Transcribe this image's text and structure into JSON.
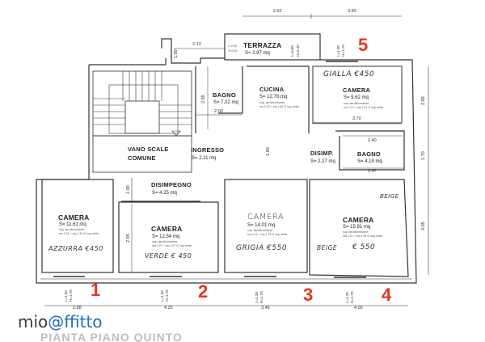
{
  "rooms": {
    "terrazza": {
      "name": "TERRAZZA",
      "area": "S= 2.97 mq"
    },
    "bagno1": {
      "name": "BAGNO",
      "area": "S= 7.22 mq"
    },
    "cucina": {
      "name": "CUCINA",
      "area": "S= 12.78 mq",
      "note1": "sup. aeroilluminante",
      "note2": "ma 2.15 > mq 1.60 ∅ sup.netta"
    },
    "camera5": {
      "name": "CAMERA",
      "area": "S= 9.62 mq",
      "note1": "sup. aeroilluminante",
      "note2": "ma 2.27 > mq 1.21 ∅ sup.netta",
      "label": "GIALLA €450"
    },
    "vano_scale": {
      "line1": "VANO SCALE",
      "line2": "COMUNE"
    },
    "ingresso": {
      "name": "INGRESSO",
      "area": "S= 2.11 mq"
    },
    "disimp": {
      "name": "DISIMP.",
      "area": "S= 2.27 mq"
    },
    "bagno2": {
      "name": "BAGNO",
      "area": "S= 4.18 mq"
    },
    "disimpegno": {
      "name": "DISIMPEGNO",
      "area": "S= 4.25 mq"
    },
    "camera1": {
      "name": "CAMERA",
      "area": "S= 11.61 mq",
      "note1": "sup. aeroilluminante",
      "note2": "ma 2.21 > mq 1.45 ∅ sup.netta",
      "label": "AZZURRA €450"
    },
    "camera2": {
      "name": "CAMERA",
      "area": "S= 12.54 mq",
      "note1": "sup. aeroilluminante",
      "note2": "ma 2.21 > mq 1.57 ∅ sup.netta",
      "label": "VERDE € 450"
    },
    "camera3": {
      "name": "CAMERA",
      "area": "S= 14.01 mq",
      "note1": "sup. aeroilluminante",
      "note2": "ma 2.21 > mq 1.75 ∅ sup.netta",
      "label": "GRIGIA €550"
    },
    "camera4": {
      "name": "CAMERA",
      "area": "S= 15.91 mq",
      "note1": "sup. aeroilluminante",
      "note2": "ma 2.21 > mq 1.99 ∅ sup.netta",
      "label": "BEIGE",
      "label2": "€ 550",
      "label3": "BEIGE"
    }
  },
  "dimensions": {
    "top": [
      "2.62",
      "3.60"
    ],
    "terrace": [
      "2.13",
      "1.00"
    ],
    "bottom": [
      "2.88",
      "4.25",
      "3.46",
      "4.02"
    ],
    "right": [
      "2.69",
      "1.70",
      "4.05"
    ],
    "inner": [
      "2.69",
      "2.00",
      "1.80",
      "3.70",
      "2.40",
      "2.47",
      "1.00",
      "2.95"
    ],
    "window_small": {
      "l": "L=0.50",
      "h": "H=0.60"
    },
    "window": {
      "l": "L=1.30",
      "h": "H=1.70"
    },
    "terrace_door": {
      "l": "L=0.80",
      "h": "H=2.40"
    }
  },
  "room_numbers": [
    "1",
    "2",
    "3",
    "4",
    "5"
  ],
  "logo": {
    "part1": "mio",
    "part2": "@ffitto"
  },
  "subtitle": "PIANTA PIANO QUINTO",
  "colors": {
    "numbers": "#e5331f",
    "logo_blue": "#1d6fb5"
  }
}
